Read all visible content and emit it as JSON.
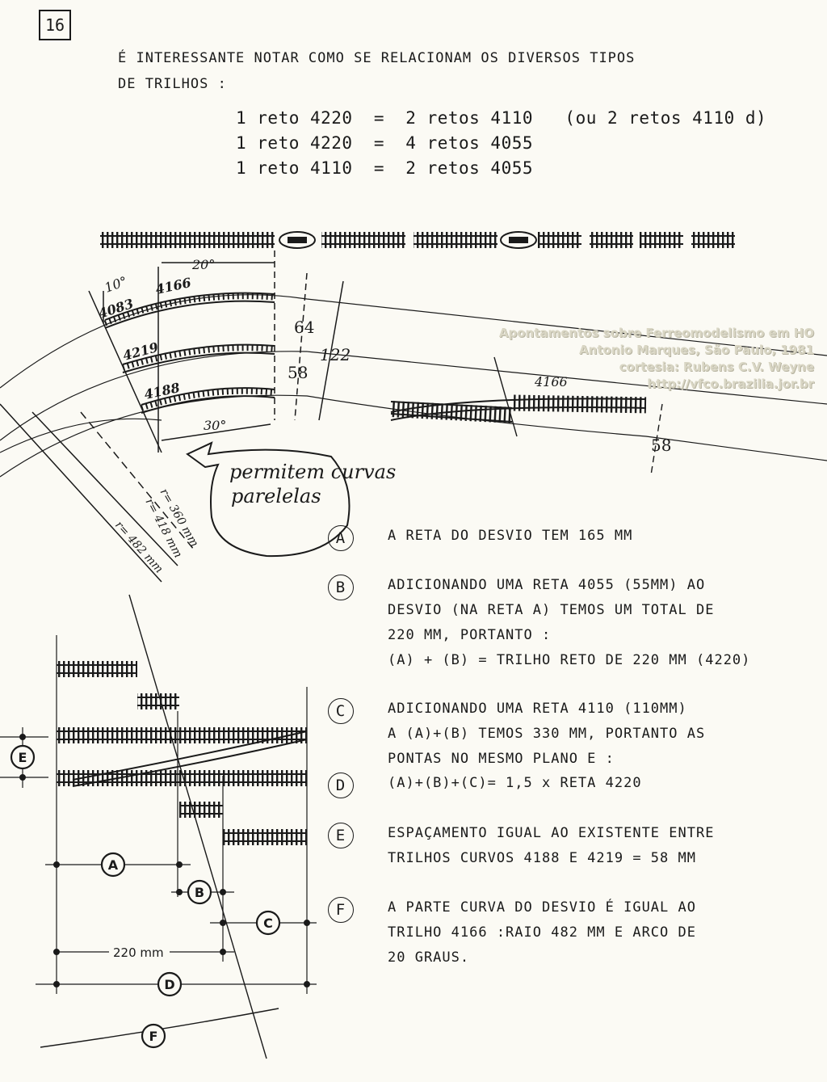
{
  "page_number": "16",
  "intro": {
    "line1": "É interessante notar  como se relacionam  os diversos tipos",
    "line2": "de trilhos :"
  },
  "equations": [
    {
      "text": "1 reto 4220  =  2 retos 4110   (ou 2 retos 4110 d)"
    },
    {
      "text": "1 reto 4220  =  4 retos 4055"
    },
    {
      "text": "1 reto 4110  =  2 retos 4055"
    }
  ],
  "watermark": {
    "line1": "Apontamentos sobre Ferreomodelismo em HO",
    "line2": "Antonio Marques, São Paulo, 1981",
    "line3": "cortesia: Rubens C.V. Weyne",
    "line4": "http://vfco.brazilia.jor.br"
  },
  "diagram_labels": {
    "angle_10": "10°",
    "angle_20": "20°",
    "angle_30": "30°",
    "track_4083": "4083",
    "track_4166": "4166",
    "track_4219": "4219",
    "track_4188": "4188",
    "spacing_64": "64",
    "spacing_58": "58",
    "spacing_122": "122",
    "turnout_4166": "4166",
    "turnout_58": "58",
    "callout_line1": "permitem  curvas",
    "callout_line2": "parelelas",
    "radius_360": "r= 360 mm",
    "radius_418": "r= 418 mm",
    "radius_482": "r= 482 mm",
    "dim_220": "220 mm",
    "marker_a": "A",
    "marker_b": "B",
    "marker_c": "C",
    "marker_d": "D",
    "marker_e": "E",
    "marker_f": "F"
  },
  "notes": [
    {
      "letter": "A",
      "text": "A RETA DO DESVIO TEM 165 MM"
    },
    {
      "letter": "B",
      "text": "ADICIONANDO UMA RETA 4055 (55MM) AO\nDESVIO (NA RETA A) TEMOS UM TOTAL DE\n220 MM, PORTANTO :\n(A) + (B)  =  TRILHO RETO DE 220 MM (4220)"
    },
    {
      "letter": "C",
      "text": "ADICIONANDO UMA RETA    4110  (110MM)\nA (A)+(B) TEMOS 330 MM, PORTANTO AS\nPONTAS NO MESMO PLANO E :"
    },
    {
      "letter": "D",
      "text": "(A)+(B)+(C)=    1,5  x  RETA 4220"
    },
    {
      "letter": "E",
      "text": "ESPAÇAMENTO IGUAL AO EXISTENTE  ENTRE\nTRILHOS CURVOS 4188 E 4219 = 58 MM"
    },
    {
      "letter": "F",
      "text": "A PARTE CURVA DO DESVIO É IGUAL AO\nTRILHO 4166 :RAIO 482 MM E ARCO DE\n20 GRAUS."
    }
  ]
}
